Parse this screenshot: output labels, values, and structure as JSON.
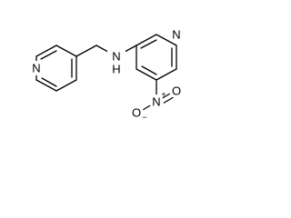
{
  "molecule": {
    "atoms": {
      "n_pyridine_left": "N",
      "n_amine": "N",
      "h_amine": "H",
      "n_pyridine_right": "N",
      "n_nitro": "N",
      "o_nitro_top": "O",
      "o_nitro_bottom": "O"
    },
    "charges": {
      "nitro_n": "+",
      "nitro_o": "−"
    }
  }
}
